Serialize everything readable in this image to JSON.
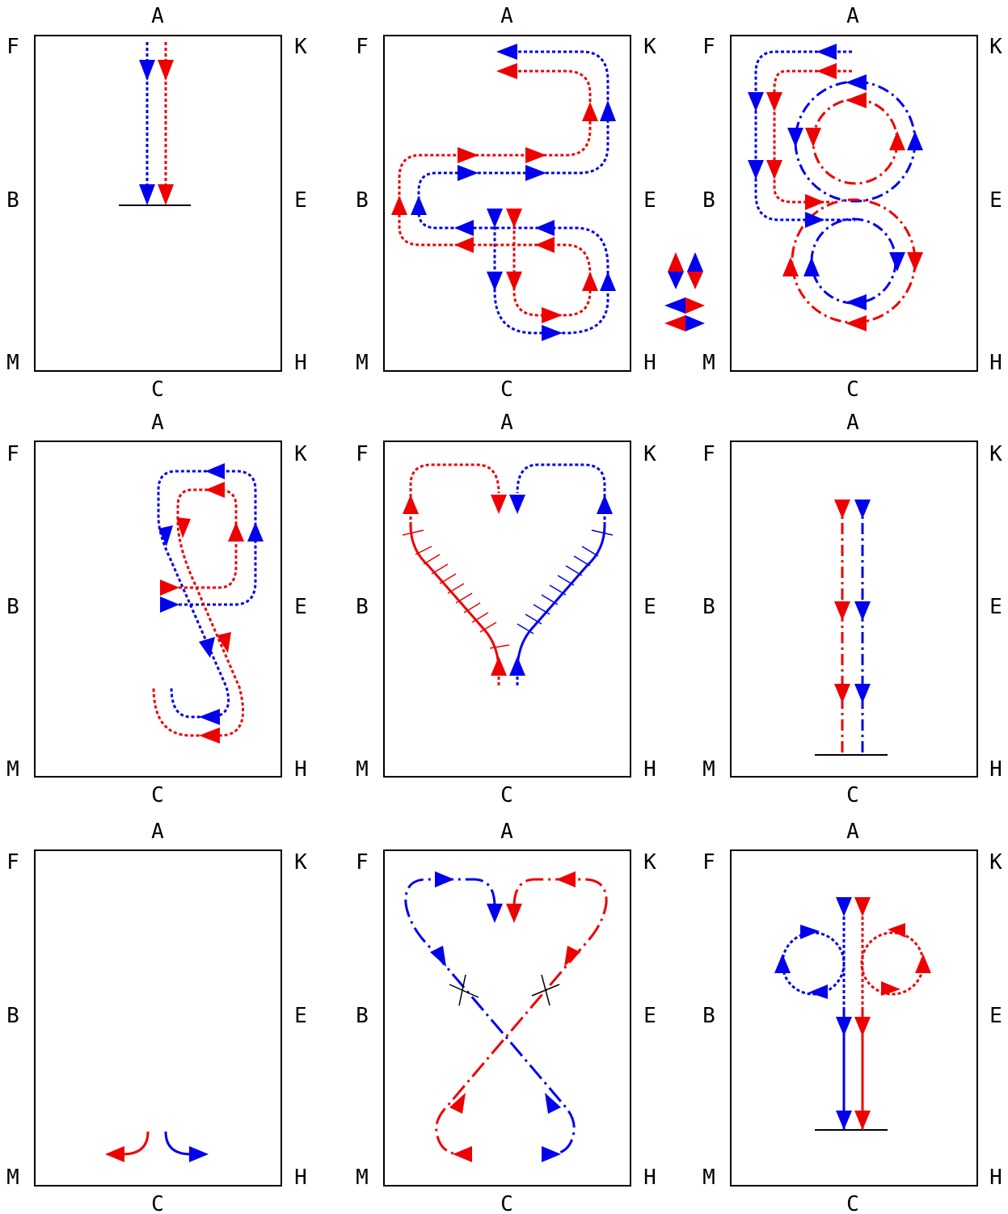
{
  "arena_letters": {
    "top": "A",
    "bottom": "C",
    "left_top": "F",
    "left_middle": "B",
    "left_bottom": "M",
    "right_top": "K",
    "right_middle": "E",
    "right_bottom": "H"
  },
  "colors": {
    "rider_red": "#ee0000",
    "rider_blue": "#0000ee",
    "outline": "#000000"
  }
}
